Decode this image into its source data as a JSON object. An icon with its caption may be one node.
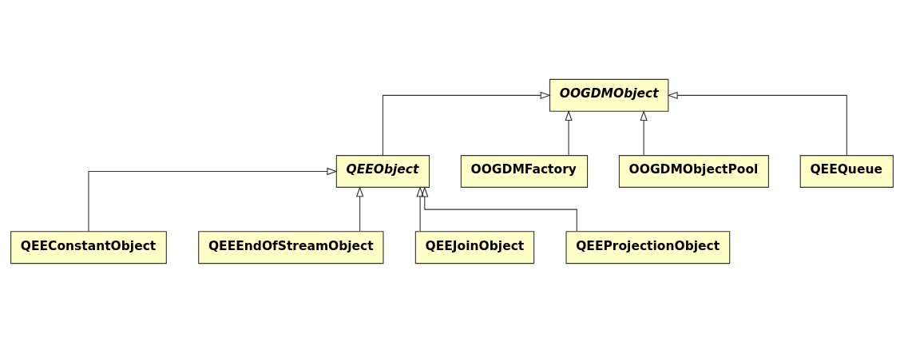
{
  "diagram": {
    "nodes": [
      {
        "text": [
          "OOGDMObject"
        ]
      },
      {
        "text": [
          "QEEObject"
        ]
      },
      {
        "text": [
          "OOGDMFactory"
        ]
      },
      {
        "text": [
          "OOGDMObjectPool"
        ]
      },
      {
        "text": [
          "QEEQueue"
        ]
      },
      {
        "text": [
          "QEEConstantObject"
        ]
      },
      {
        "text": [
          "QEEEndOfStreamObject"
        ]
      },
      {
        "text": [
          "QEEJoinObject"
        ]
      },
      {
        "text": [
          "QEEProjectionObject"
        ]
      }
    ],
    "edges": [
      {
        "from": 1,
        "to": 0,
        "arrow": "to"
      },
      {
        "from": 2,
        "to": 0,
        "arrow": "to"
      },
      {
        "from": 3,
        "to": 0,
        "arrow": "to"
      },
      {
        "from": 4,
        "to": 0,
        "arrow": "to"
      },
      {
        "from": 5,
        "to": 1,
        "arrow": "to"
      },
      {
        "from": 6,
        "to": 1,
        "arrow": "to"
      },
      {
        "from": 7,
        "to": 1,
        "arrow": "to"
      },
      {
        "from": 8,
        "to": 1,
        "arrow": "to"
      }
    ]
  }
}
